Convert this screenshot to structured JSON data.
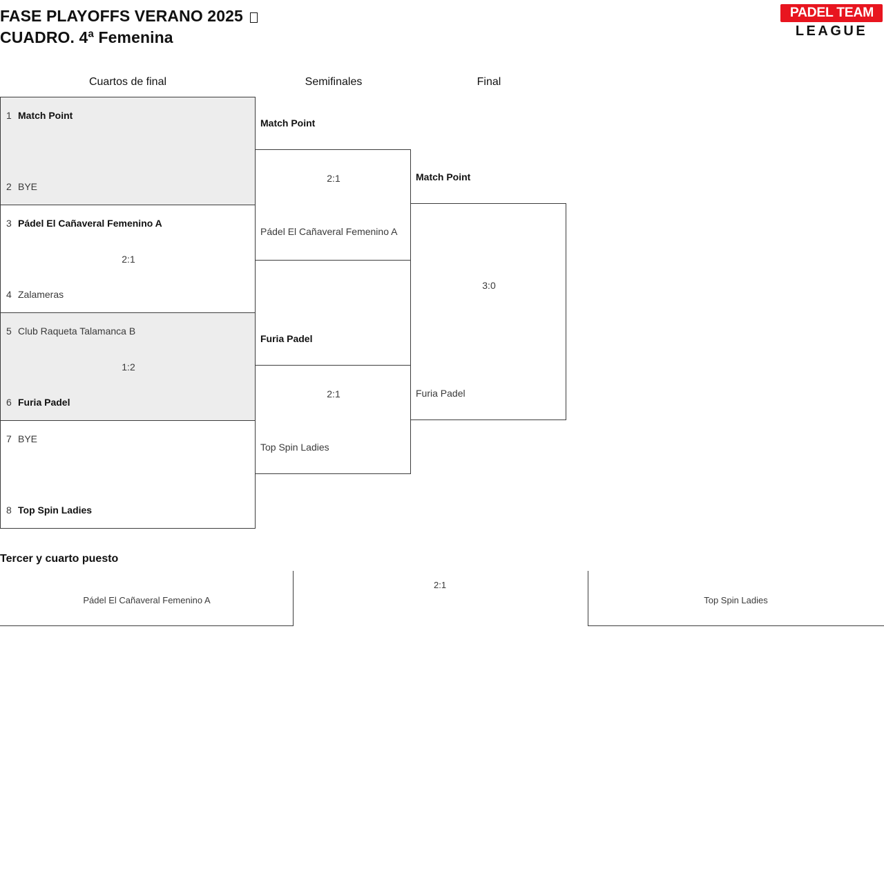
{
  "header": {
    "title_line1": "FASE PLAYOFFS VERANO 2025 ",
    "title_line2": "CUADRO. 4ª Femenina",
    "logo_top": "PADEL TEAM",
    "logo_bottom": "LEAGUE",
    "logo_red": "#e8151f"
  },
  "rounds": [
    {
      "label": "Cuartos de final"
    },
    {
      "label": "Semifinales"
    },
    {
      "label": "Final"
    }
  ],
  "quarterfinals": [
    {
      "shaded": true,
      "score": "",
      "top": {
        "seed": "1",
        "name": "Match Point",
        "winner": true
      },
      "bottom": {
        "seed": "2",
        "name": "BYE",
        "winner": false
      }
    },
    {
      "shaded": false,
      "score": "2:1",
      "top": {
        "seed": "3",
        "name": "Pádel El Cañaveral Femenino A",
        "winner": true
      },
      "bottom": {
        "seed": "4",
        "name": "Zalameras",
        "winner": false
      }
    },
    {
      "shaded": true,
      "score": "1:2",
      "top": {
        "seed": "5",
        "name": "Club Raqueta Talamanca B",
        "winner": false
      },
      "bottom": {
        "seed": "6",
        "name": "Furia Padel",
        "winner": true
      }
    },
    {
      "shaded": false,
      "score": "",
      "top": {
        "seed": "7",
        "name": "BYE",
        "winner": false
      },
      "bottom": {
        "seed": "8",
        "name": "Top Spin Ladies",
        "winner": true
      }
    }
  ],
  "semifinals": [
    {
      "score": "2:1",
      "top": {
        "name": "Match Point",
        "winner": true
      },
      "bottom": {
        "name": "Pádel El Cañaveral Femenino A",
        "winner": false
      }
    },
    {
      "score": "2:1",
      "top": {
        "name": "Furia Padel",
        "winner": true
      },
      "bottom": {
        "name": "Top Spin Ladies",
        "winner": false
      }
    }
  ],
  "final": {
    "score": "3:0",
    "top": {
      "name": "Match Point",
      "winner": true
    },
    "bottom": {
      "name": "Furia Padel",
      "winner": false
    }
  },
  "third_place": {
    "title": "Tercer y cuarto puesto",
    "score": "2:1",
    "left": {
      "name": "Pádel El Cañaveral Femenino A"
    },
    "right": {
      "name": "Top Spin Ladies"
    }
  }
}
